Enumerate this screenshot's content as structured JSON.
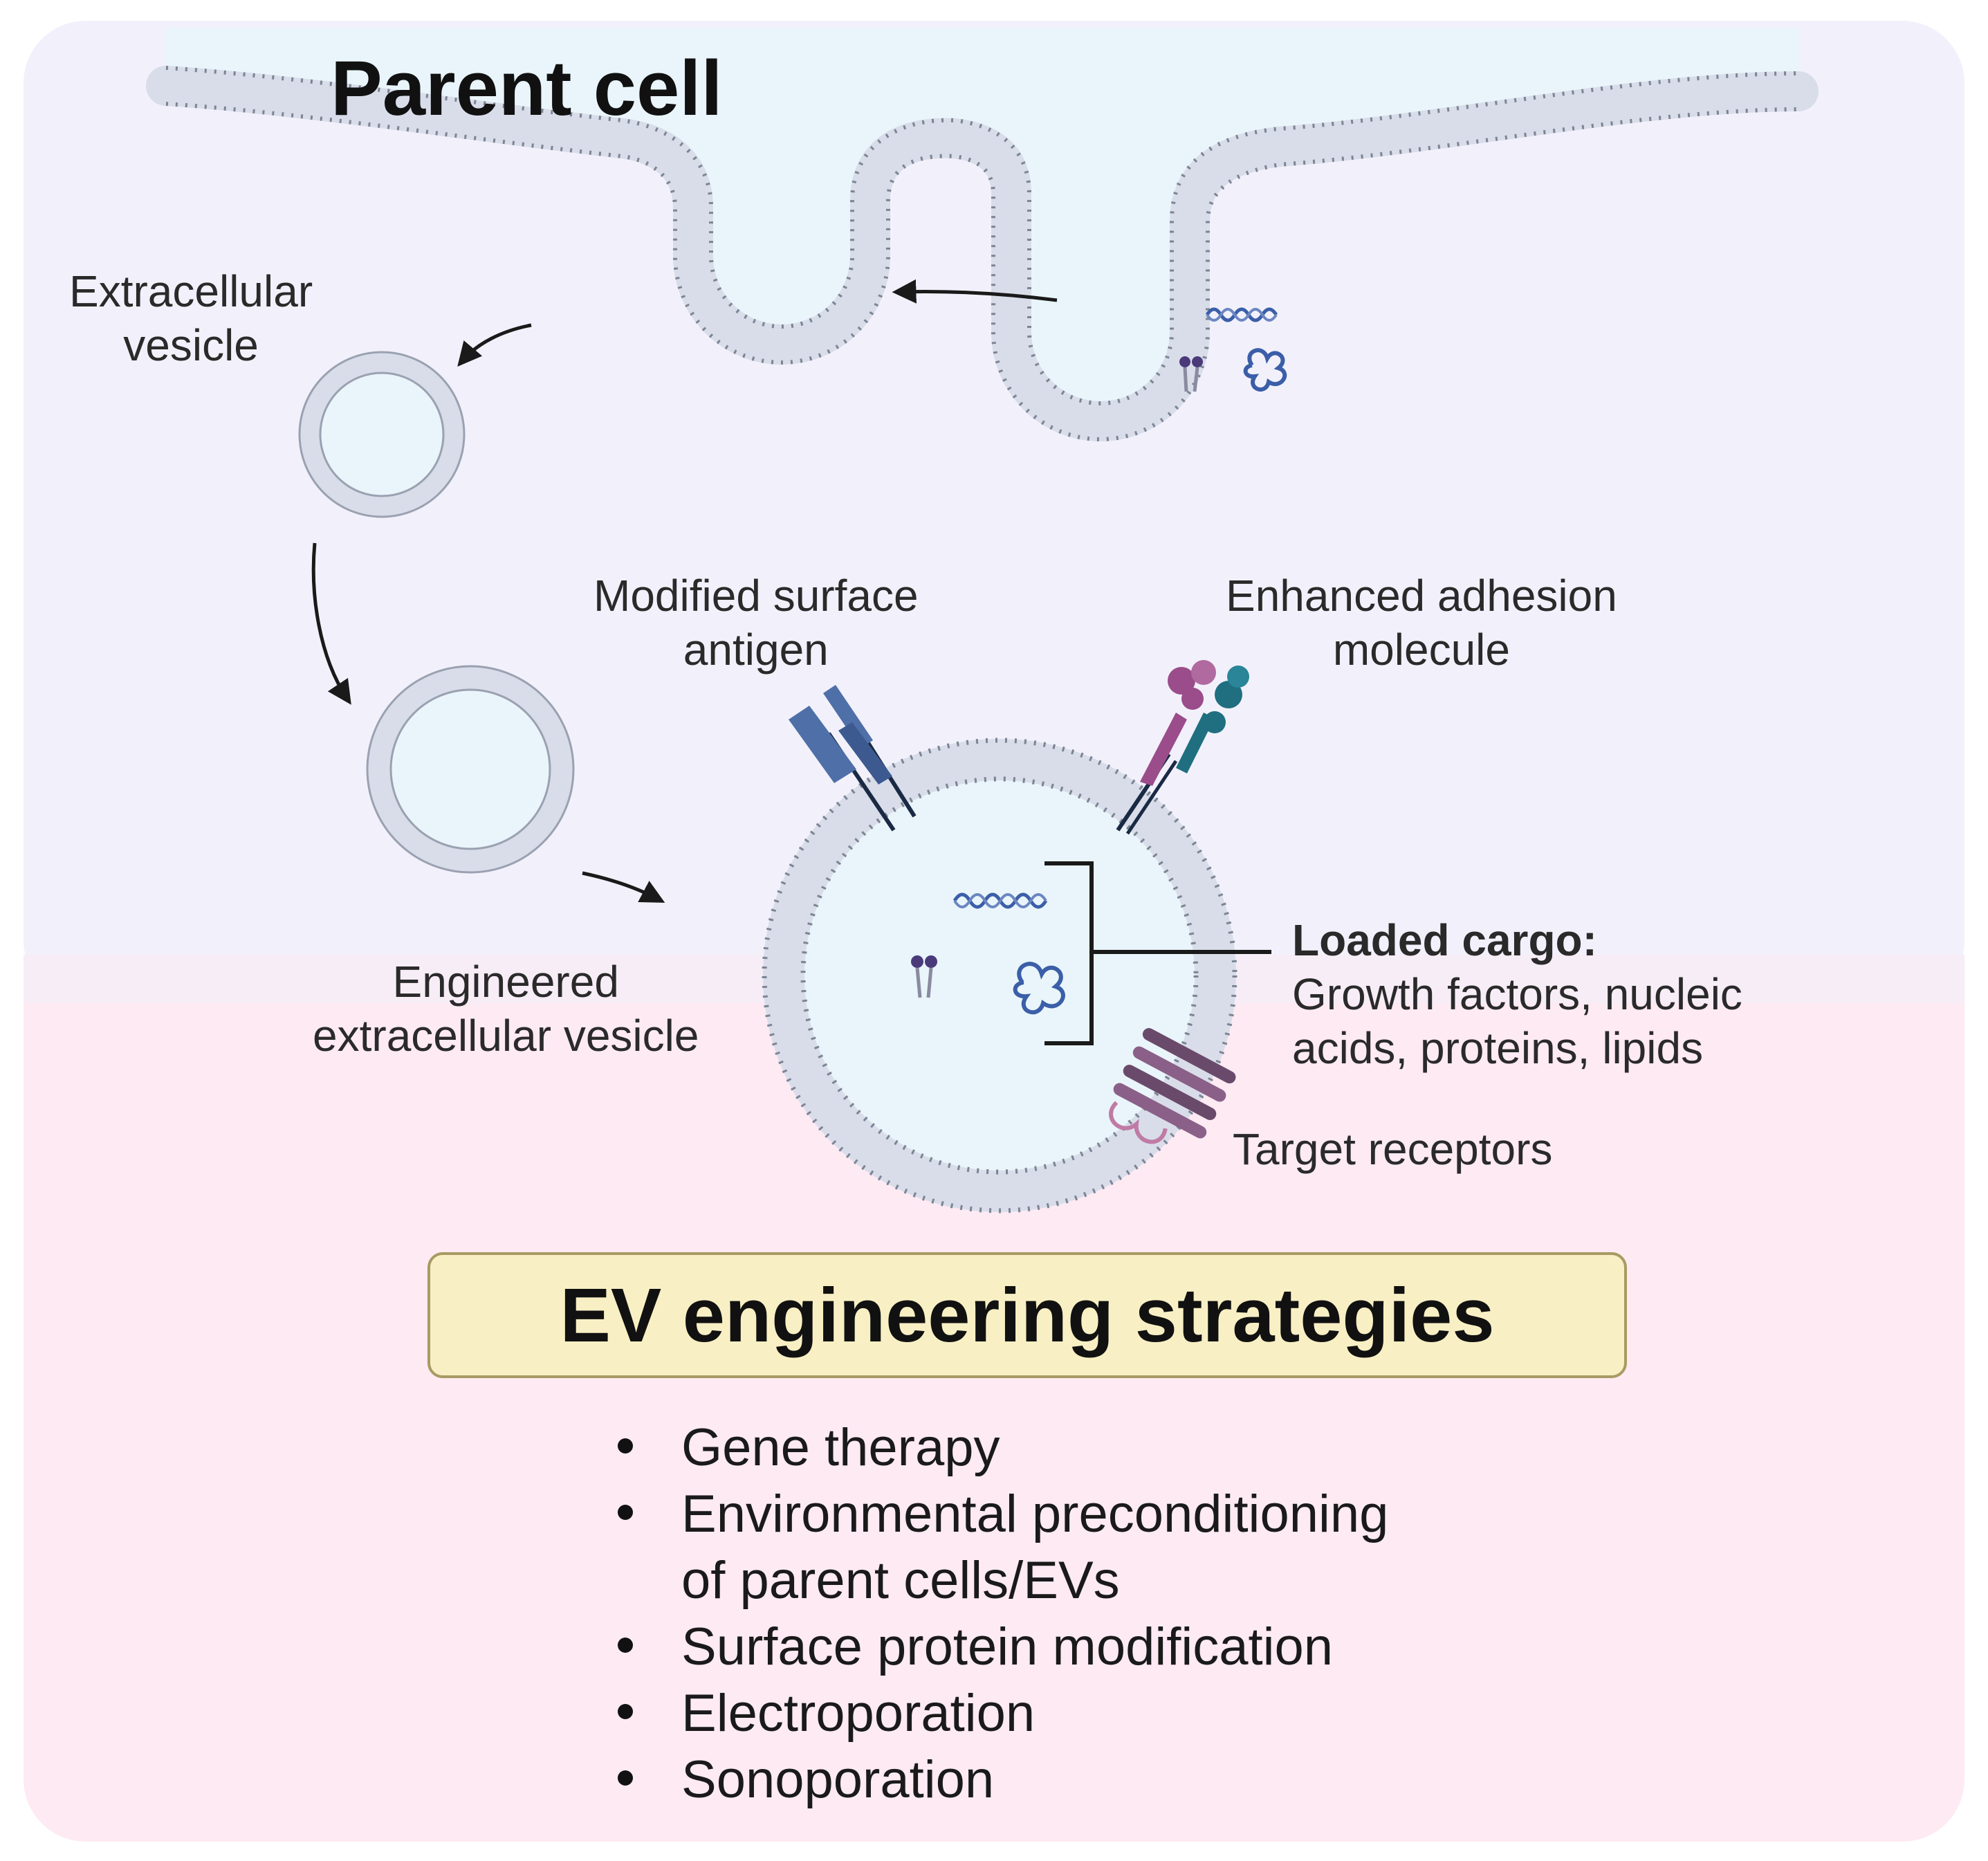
{
  "figure": {
    "title": "Parent cell",
    "labels": {
      "extracellular_vesicle": [
        "Extracellular",
        "vesicle"
      ],
      "modified_surface_antigen": [
        "Modified surface",
        "antigen"
      ],
      "enhanced_adhesion_molecule": [
        "Enhanced adhesion",
        "molecule"
      ],
      "engineered_vesicle": [
        "Engineered",
        "extracellular vesicle"
      ],
      "loaded_cargo_heading": "Loaded cargo:",
      "loaded_cargo_items": [
        "Growth factors, nucleic",
        "acids, proteins, lipids"
      ],
      "target_receptors": "Target receptors"
    }
  },
  "strategies": {
    "heading": "EV engineering strategies",
    "items": [
      "Gene therapy",
      "Environmental preconditioning\nof parent cells/EVs",
      "Surface protein modification",
      "Electroporation",
      "Sonoporation"
    ]
  },
  "colors": {
    "top_panel": "#f2f1fb",
    "bottom_panel": "#fdeaf3",
    "cell_interior": "#e9f5fa",
    "membrane": "#d9dde9",
    "membrane_dots": "#7c8595",
    "antigen": "#4f6fa8",
    "adhesion": "#9a4d8a",
    "adhesion_teal": "#1f6f80",
    "receptor": "#6a4a6a",
    "strategy_box": "#f8f0c4"
  },
  "icons": [
    "dna-icon",
    "protein-icon",
    "lipid-icon",
    "arrow-icon",
    "bracket-icon"
  ]
}
